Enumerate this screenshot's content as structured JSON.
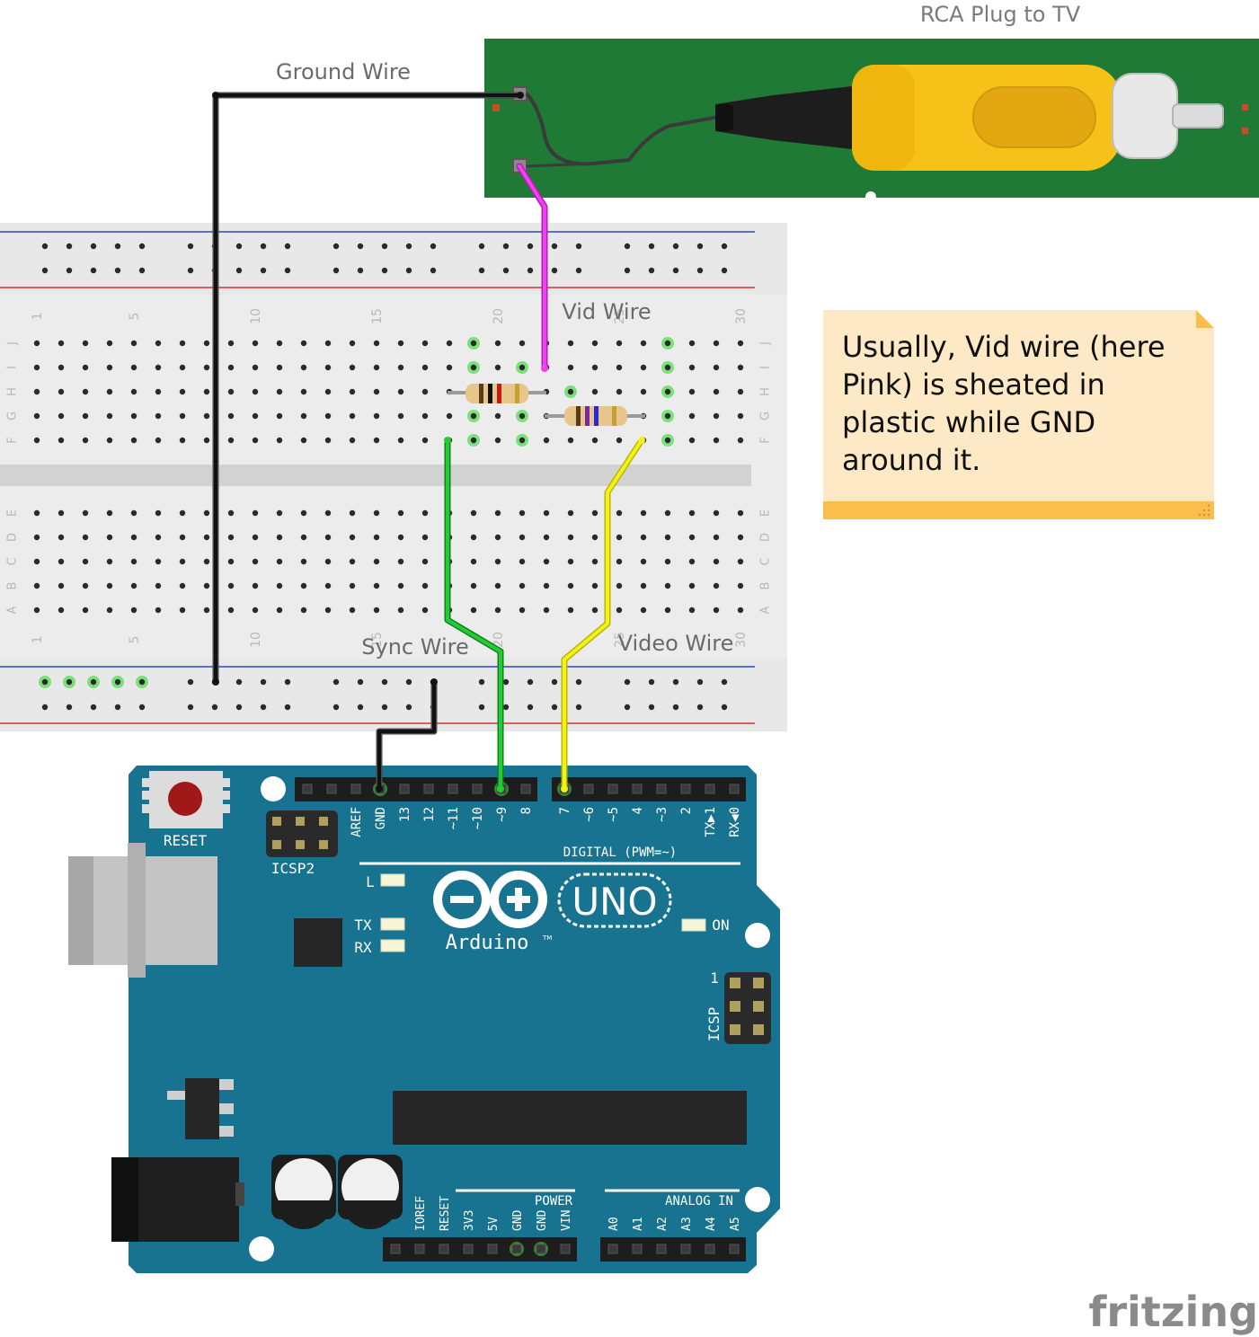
{
  "labels": {
    "rca_title": "RCA Plug to TV",
    "ground_wire": "Ground Wire",
    "vid_wire": "Vid Wire",
    "sync_wire": "Sync Wire",
    "video_wire": "Video Wire"
  },
  "note": {
    "lines": [
      "Usually, Vid wire (here",
      "Pink) is sheated in",
      "plastic while GND",
      "around it."
    ]
  },
  "breadboard": {
    "column_numbers": [
      "1",
      "5",
      "10",
      "15",
      "20",
      "25",
      "30"
    ],
    "row_letters_top": [
      "J",
      "I",
      "H",
      "G",
      "F"
    ],
    "row_letters_bottom": [
      "E",
      "D",
      "C",
      "B",
      "A"
    ]
  },
  "arduino": {
    "reset": "RESET",
    "icsp2": "ICSP2",
    "icsp": "ICSP",
    "icsp_pin1": "1",
    "digital_header": [
      "AREF",
      "GND",
      "13",
      "12",
      "~11",
      "~10",
      "~9",
      "8"
    ],
    "digital_header2": [
      "7",
      "~6",
      "~5",
      "4",
      "~3",
      "2",
      "TX▶1",
      "RX◀0"
    ],
    "digital_label": "DIGITAL (PWM=~)",
    "led_l": "L",
    "led_tx": "TX",
    "led_rx": "RX",
    "led_on": "ON",
    "logo_text": "Arduino",
    "logo_tm": "TM",
    "model": "UNO",
    "power_label": "POWER",
    "power_pins": [
      "IOREF",
      "RESET",
      "3V3",
      "5V",
      "GND",
      "GND",
      "VIN"
    ],
    "analog_label": "ANALOG IN",
    "analog_pins": [
      "A0",
      "A1",
      "A2",
      "A3",
      "A4",
      "A5"
    ]
  },
  "colors": {
    "board_teal": "#17738f",
    "pcb_green": "#1f7a35",
    "wire_ground": "#111111",
    "wire_vid": "#e52ee5",
    "wire_sync": "#1fb82e",
    "wire_video": "#eeee11",
    "note_bg": "#fde9c5",
    "note_bar": "#fbbd4b"
  },
  "watermark": "fritzing"
}
